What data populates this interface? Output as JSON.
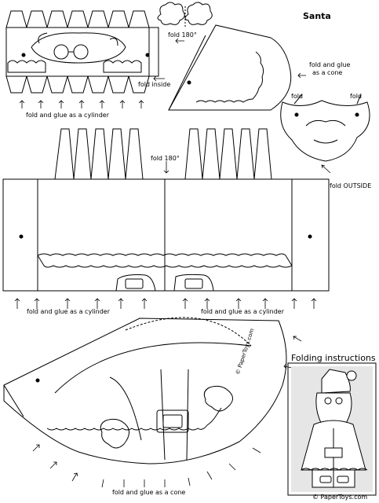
{
  "title": "Santa",
  "labels": {
    "fold_180_top": "fold 180°",
    "fold_glue_cone_top": "fold and glue",
    "fold_glue_cone_top2": "as a cone",
    "fold_inside": "fold inside",
    "fold_glue_cylinder_head": "fold and glue as a cylinder",
    "fold_left": "fold",
    "fold_right": "fold",
    "fold_180_mid": "fold 180°",
    "fold_outside": "fold OUTSIDE",
    "fold_glue_cylinder_left": "fold and glue as a cylinder",
    "fold_glue_cylinder_right": "fold and glue as a cylinder",
    "fold_glue_cone_bottom": "fold and glue as a cone"
  },
  "instructions_title": "Folding instructions",
  "watermark": "© PaperToys.com",
  "copyright": "© PaperToys.com"
}
